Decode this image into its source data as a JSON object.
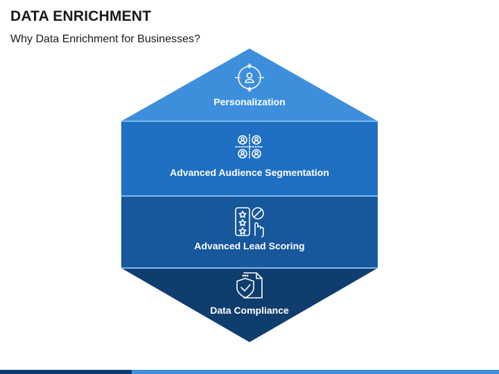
{
  "header": {
    "title": "DATA ENRICHMENT",
    "subtitle": "Why Data Enrichment for Businesses?"
  },
  "sections": [
    {
      "label": "Personalization",
      "icon": "person-target-icon",
      "color": "#3d8fdc"
    },
    {
      "label": "Advanced Audience Segmentation",
      "icon": "audience-grid-icon",
      "color": "#1f6fc2"
    },
    {
      "label": "Advanced Lead Scoring",
      "icon": "star-rating-hand-icon",
      "color": "#17579b"
    },
    {
      "label": "Data Compliance",
      "icon": "shield-document-icon",
      "color": "#0f3d6e"
    }
  ],
  "colors": {
    "divider": "#7fb8ec",
    "bar_dark": "#0f3d6e",
    "bar_light": "#3d8fdc"
  }
}
